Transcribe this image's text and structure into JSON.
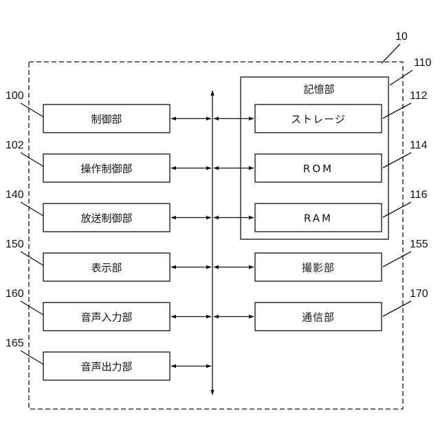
{
  "device": {
    "ref": "10"
  },
  "left_blocks": [
    {
      "id": "control",
      "label": "制御部",
      "ref": "100"
    },
    {
      "id": "operation-control",
      "label": "操作制御部",
      "ref": "102"
    },
    {
      "id": "broadcast-control",
      "label": "放送制御部",
      "ref": "140"
    },
    {
      "id": "display",
      "label": "表示部",
      "ref": "150"
    },
    {
      "id": "audio-input",
      "label": "音声入力部",
      "ref": "160"
    },
    {
      "id": "audio-output",
      "label": "音声出力部",
      "ref": "165"
    }
  ],
  "memory": {
    "label": "記憶部",
    "ref": "110",
    "items": [
      {
        "id": "storage",
        "label": "ストレージ",
        "ref": "112"
      },
      {
        "id": "rom",
        "label": "ROM",
        "ref": "114"
      },
      {
        "id": "ram",
        "label": "RAM",
        "ref": "116"
      }
    ]
  },
  "right_blocks": [
    {
      "id": "imaging",
      "label": "撮影部",
      "ref": "155"
    },
    {
      "id": "communication",
      "label": "通信部",
      "ref": "170"
    }
  ]
}
